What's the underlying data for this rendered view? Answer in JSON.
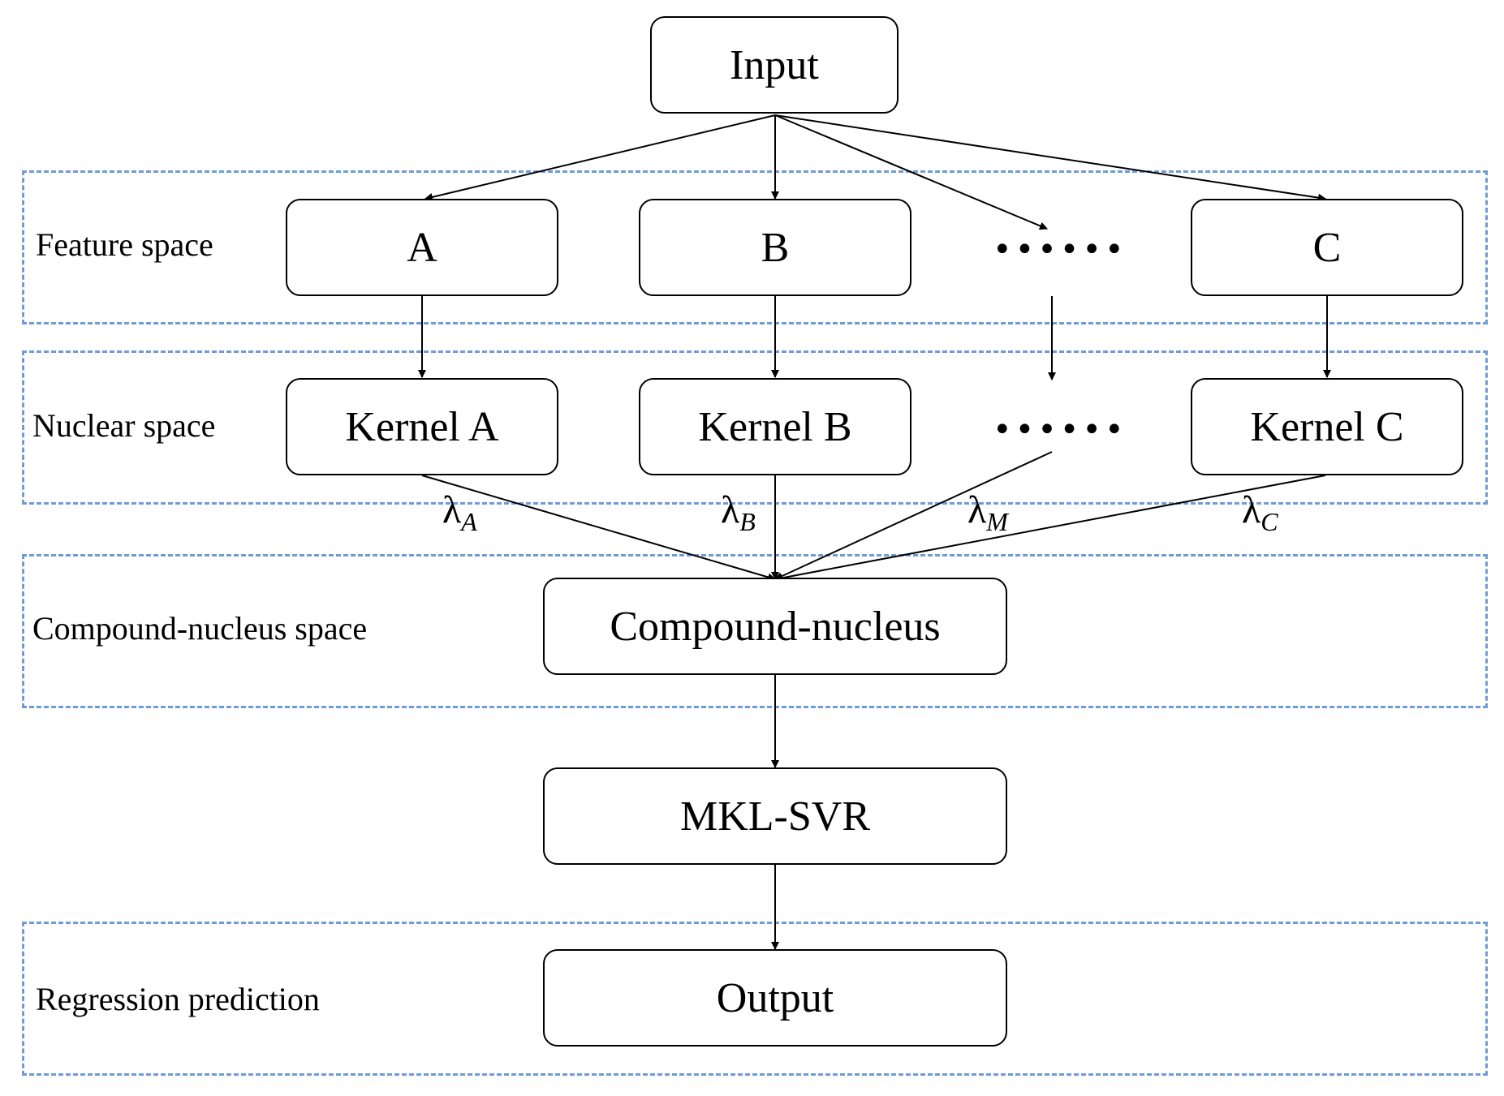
{
  "regions": {
    "feature_space": "Feature space",
    "nuclear_space": "Nuclear space",
    "compound_nucleus_space": "Compound-nucleus space",
    "regression_prediction": "Regression prediction"
  },
  "nodes": {
    "input": "Input",
    "feature_a": "A",
    "feature_b": "B",
    "feature_c": "C",
    "feature_ellipsis": "••••••",
    "kernel_a": "Kernel A",
    "kernel_b": "Kernel B",
    "kernel_c": "Kernel C",
    "kernel_ellipsis": "••••••",
    "compound_nucleus": "Compound-nucleus",
    "mkl_svr": "MKL-SVR",
    "output": "Output"
  },
  "weights": {
    "symbol": "λ",
    "a": "A",
    "b": "B",
    "m": "M",
    "c": "C"
  },
  "colors": {
    "region_border": "#6f9bd8",
    "node_border": "#000000"
  }
}
